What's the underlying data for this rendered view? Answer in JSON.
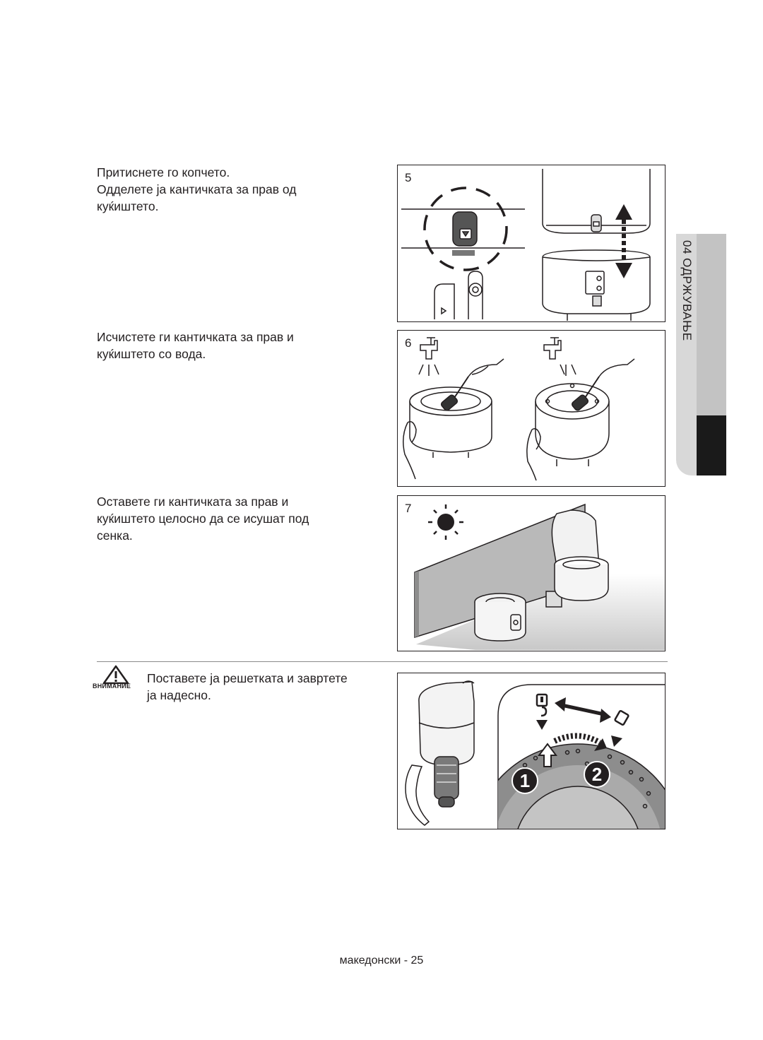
{
  "steps": [
    {
      "number": "5",
      "lines": [
        "Притиснете го копчето.",
        "Одделете ја кантичката за прав од",
        "куќиштето."
      ]
    },
    {
      "number": "6",
      "lines": [
        "Исчистете ги кантичката за прав и",
        "куќиштето со вода."
      ]
    },
    {
      "number": "7",
      "lines": [
        "Оставете ги кантичката за прав и",
        "куќиштето целосно да се исушат под",
        "сенка."
      ]
    }
  ],
  "caution": {
    "label": "ВНИМАНИЕ",
    "lines": [
      "Поставете ја решетката и завртете",
      "ја надесно."
    ],
    "badges": [
      "1",
      "2"
    ]
  },
  "side_tab": {
    "label": "04 ОДРЖУВАЊЕ"
  },
  "footer": {
    "text": "македонски - 25"
  },
  "colors": {
    "tab_grey": "#d8d8d8",
    "tab_black": "#1a1a1a",
    "text": "#231f20"
  }
}
